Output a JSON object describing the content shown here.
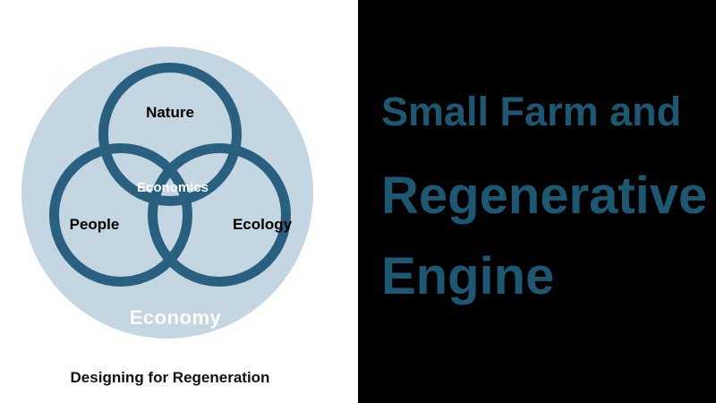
{
  "left": {
    "venn": {
      "nature_label": "Nature",
      "economics_label": "Economics",
      "people_label": "People",
      "ecology_label": "Ecology",
      "economy_label": "Economy"
    },
    "caption": "Designing for Regeneration"
  },
  "right": {
    "line1": "Small Farm and",
    "line2": "Regenerative",
    "line3": "Engine"
  },
  "colors": {
    "ring_stroke": "#2a607f",
    "big_circle_fill": "#c3d6e1",
    "title_text": "#1d5872",
    "right_panel_bg": "#000000",
    "label_dark": "#000000",
    "label_light": "#ffffff"
  }
}
